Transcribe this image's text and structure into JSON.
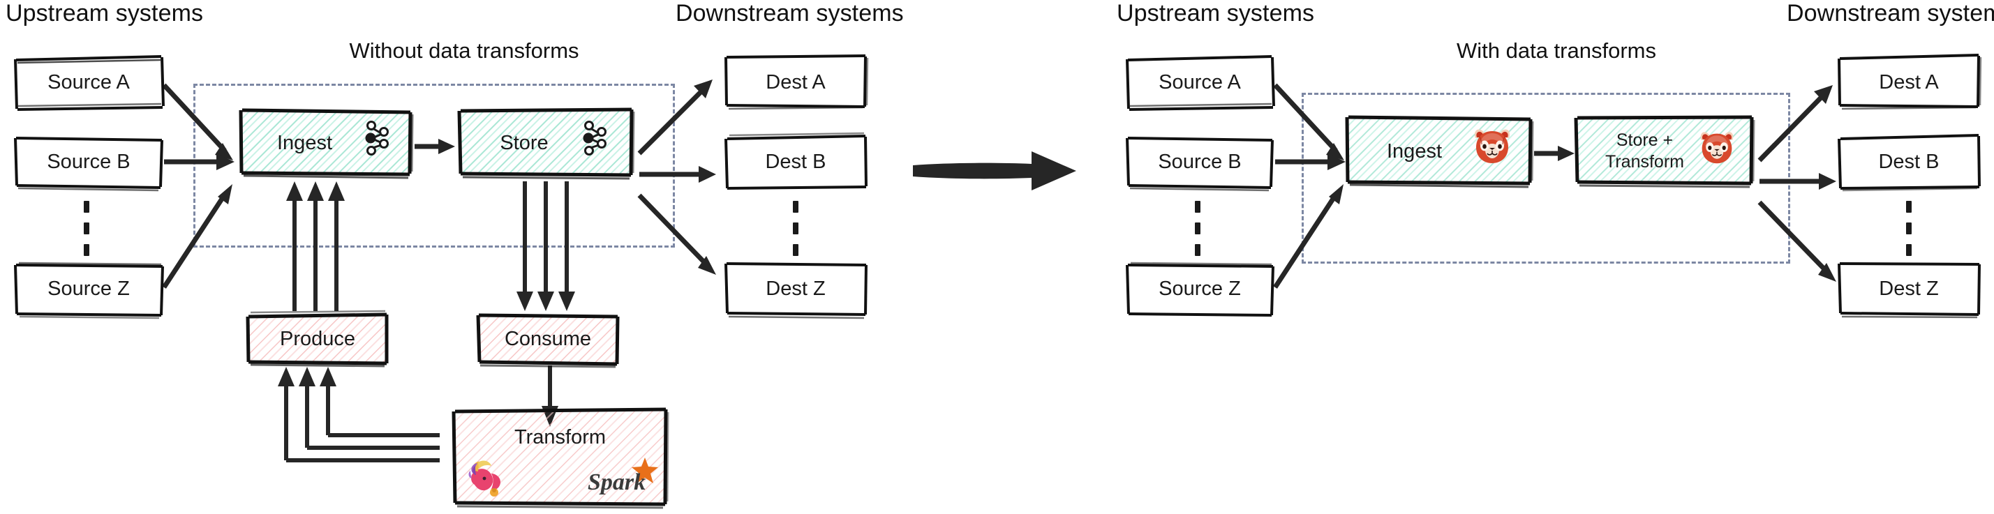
{
  "diagram": {
    "title_left": "Without data transforms",
    "title_right": "With data transforms",
    "labels": {
      "upstream": "Upstream systems",
      "downstream": "Downstream systems"
    }
  },
  "left_panel": {
    "heading_upstream": "Upstream systems",
    "heading_downstream": "Downstream systems",
    "panel_title": "Without data transforms",
    "sources": [
      {
        "label": "Source A"
      },
      {
        "label": "Source B"
      },
      {
        "label": "Source Z"
      }
    ],
    "pipeline": [
      {
        "label": "Ingest",
        "icon": "kafka-icon"
      },
      {
        "label": "Store",
        "icon": "kafka-icon"
      }
    ],
    "produce": {
      "label": "Produce"
    },
    "consume": {
      "label": "Consume"
    },
    "transform": {
      "label": "Transform",
      "icons": [
        "flink-squirrel-icon",
        "spark-logo-icon"
      ]
    },
    "destinations": [
      {
        "label": "Dest A"
      },
      {
        "label": "Dest B"
      },
      {
        "label": "Dest Z"
      }
    ]
  },
  "right_panel": {
    "heading_upstream": "Upstream systems",
    "heading_downstream": "Downstream systems",
    "panel_title": "With data transforms",
    "sources": [
      {
        "label": "Source A"
      },
      {
        "label": "Source B"
      },
      {
        "label": "Source Z"
      }
    ],
    "pipeline": [
      {
        "label": "Ingest",
        "icon": "redpanda-icon"
      },
      {
        "label": "Store +\nTransform",
        "line1": "Store +",
        "line2": "Transform",
        "icon": "redpanda-icon"
      }
    ],
    "destinations": [
      {
        "label": "Dest A"
      },
      {
        "label": "Dest B"
      },
      {
        "label": "Dest Z"
      }
    ]
  },
  "colors": {
    "ink": "#1a1a1a",
    "green_hatch": "#62d3b2",
    "red_hatch": "#f3a3a3",
    "dashed_group": "#7c87a3",
    "spark_orange": "#e8701a",
    "redpanda_red": "#c7321d"
  }
}
